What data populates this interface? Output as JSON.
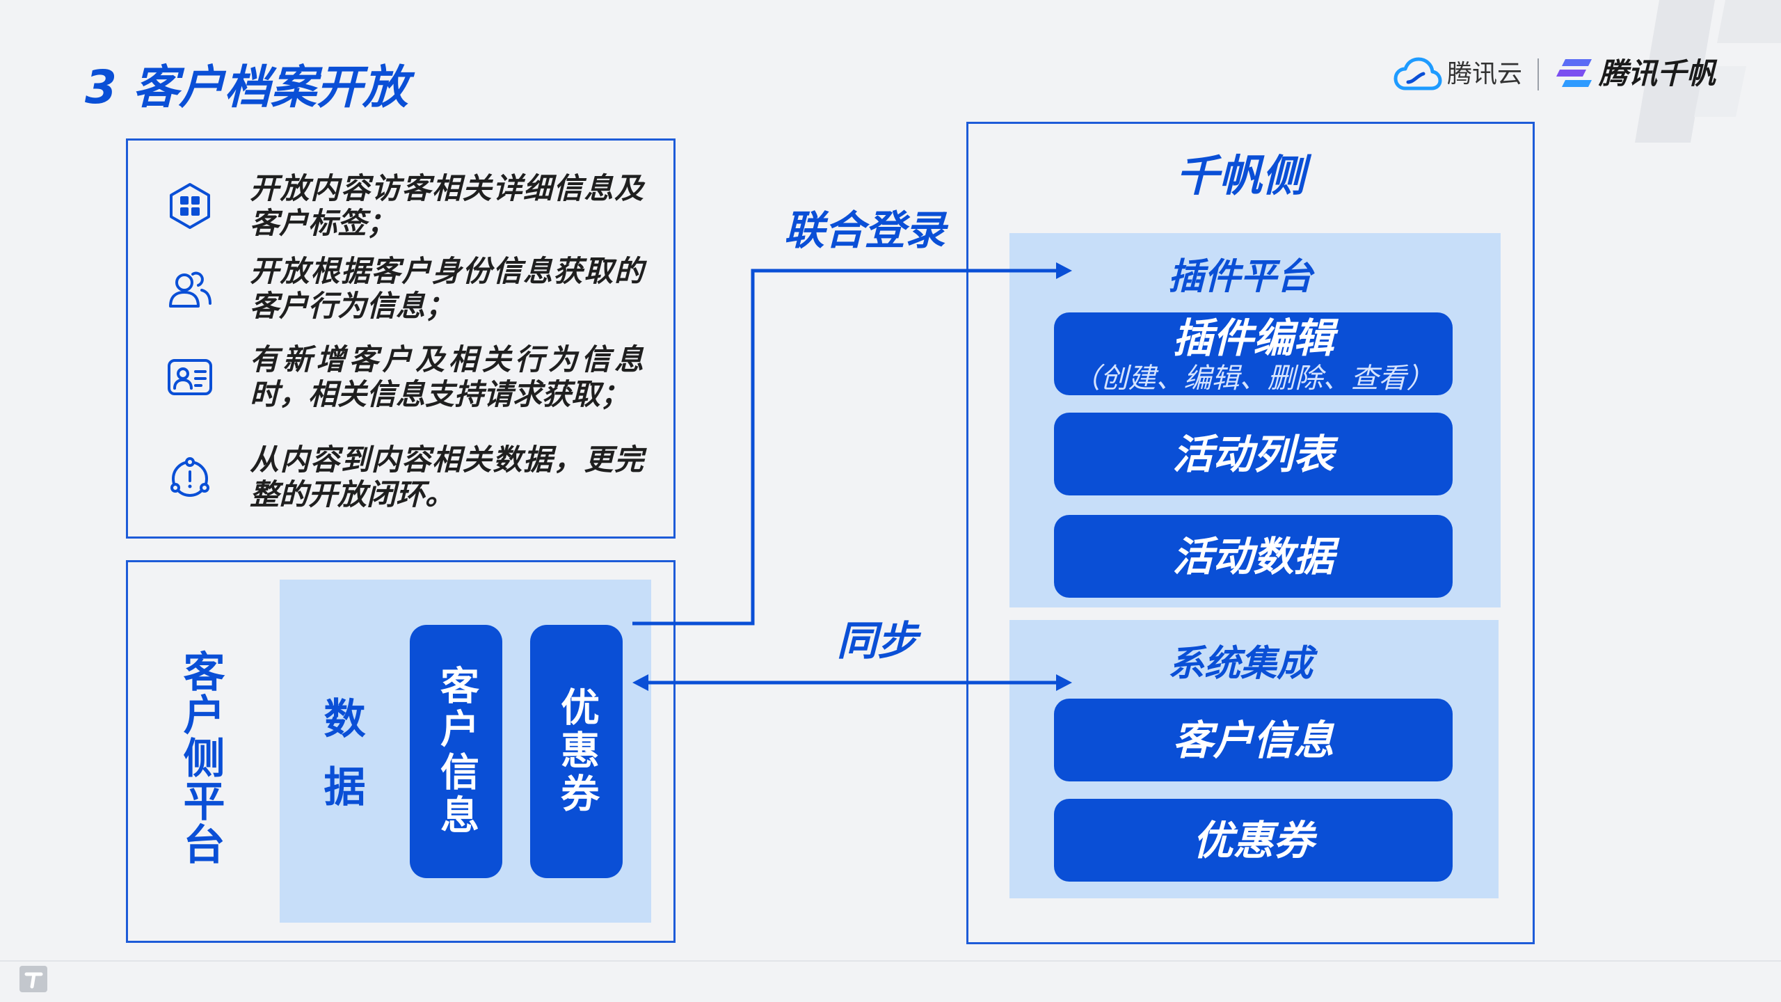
{
  "title": "3 客户档案开放",
  "brand": {
    "cloud_logo": {
      "icon": "tencent-cloud-icon",
      "text": "腾讯云"
    },
    "qianfan_logo": {
      "icon": "qianfan-icon",
      "text": "腾讯千帆"
    }
  },
  "features": [
    {
      "icon": "app-grid-icon",
      "lines": [
        "开放内容访客相关详细信息及",
        "客户标签；"
      ]
    },
    {
      "icon": "users-icon",
      "lines": [
        "开放根据客户身份信息获取的",
        "客户行为信息；"
      ]
    },
    {
      "icon": "id-card-icon",
      "lines": [
        "有新增客户及相关行为信息",
        "时，相关信息支持请求获取；"
      ]
    },
    {
      "icon": "alert-cycle-icon",
      "lines": [
        "从内容到内容相关数据，更完",
        "整的开放闭环。"
      ]
    }
  ],
  "client_side": {
    "label": "客户侧平台",
    "data_label": "数据",
    "items": [
      "客户信息",
      "优惠券"
    ]
  },
  "connections": {
    "login": "联合登录",
    "sync": "同步"
  },
  "qianfan_side": {
    "label": "千帆侧",
    "plugin_platform": {
      "title": "插件平台",
      "items": [
        {
          "label": "插件编辑",
          "sub": "（创建、编辑、删除、查看）"
        },
        {
          "label": "活动列表"
        },
        {
          "label": "活动数据"
        }
      ]
    },
    "system_integration": {
      "title": "系统集成",
      "items": [
        {
          "label": "客户信息"
        },
        {
          "label": "优惠券"
        }
      ]
    }
  },
  "footer": {
    "icon": "footer-logo-icon"
  },
  "colors": {
    "accent": "#0a4fd6",
    "border": "#1d5bd8",
    "panel": "#c7def9",
    "page": "#f2f3f5",
    "text": "#1f1f1f",
    "button_text": "#ffffff",
    "button_sub_text": "#d6e4ff"
  }
}
